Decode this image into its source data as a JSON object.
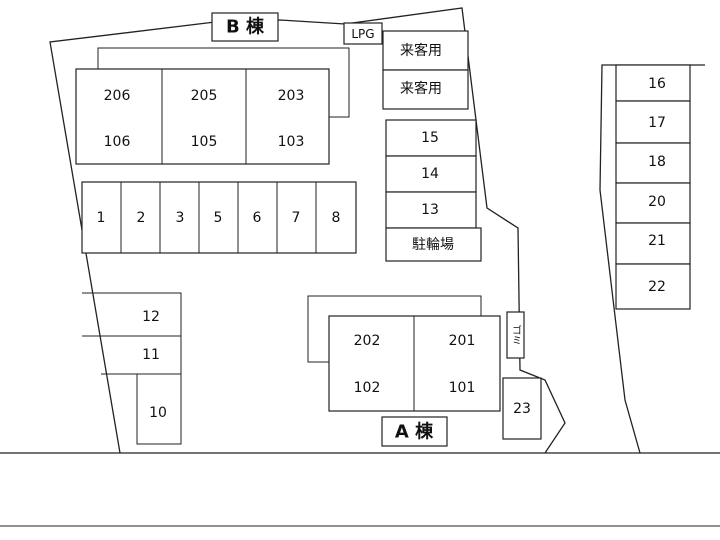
{
  "building_b": {
    "title": "B 棟",
    "upper_units": [
      "206",
      "205",
      "203"
    ],
    "lower_units": [
      "106",
      "105",
      "103"
    ]
  },
  "building_a": {
    "title": "A 棟",
    "upper_units": [
      "202",
      "201"
    ],
    "lower_units": [
      "102",
      "101"
    ]
  },
  "lpg_label": "LPG",
  "guest_parking": [
    "来客用",
    "来客用"
  ],
  "bike_parking_label": "駐輪場",
  "garbage_label": "ゴミ",
  "parking": {
    "row_a": [
      "1",
      "2",
      "3",
      "5",
      "6",
      "7",
      "8"
    ],
    "center_column": [
      "15",
      "14",
      "13"
    ],
    "left_column": [
      "12",
      "11",
      "10"
    ],
    "right_column": [
      "16",
      "17",
      "18",
      "20",
      "21",
      "22"
    ],
    "bottom": "23"
  }
}
